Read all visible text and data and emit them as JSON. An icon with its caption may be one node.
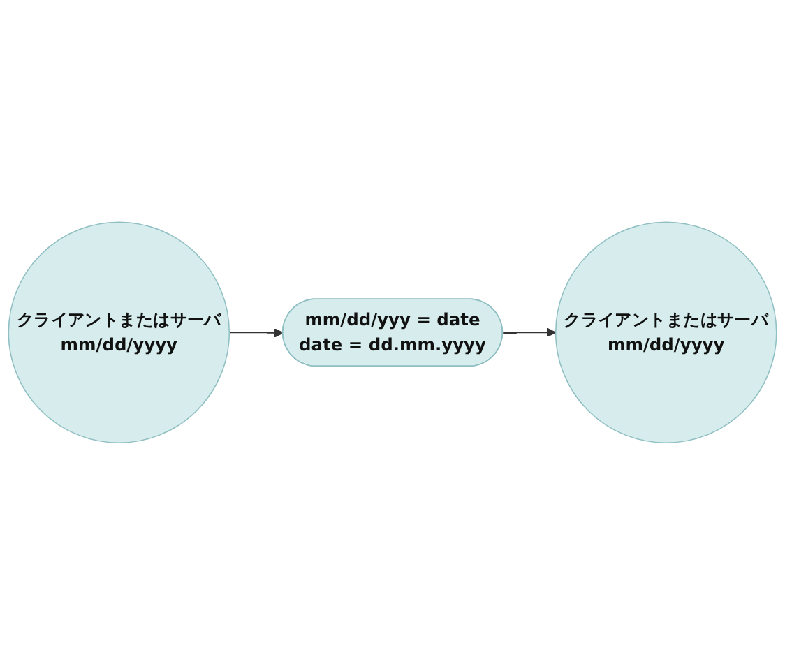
{
  "diagram": {
    "nodes": [
      {
        "text": [
          "クライアントまたはサーバ",
          "mm/dd/yyyy"
        ]
      },
      {
        "text": [
          "mm/dd/yyy = date",
          "date = dd.mm.yyyy"
        ]
      },
      {
        "text": [
          "クライアントまたはサーバ",
          "mm/dd/yyyy"
        ]
      }
    ],
    "edges": [
      {
        "from": 0,
        "to": 1,
        "arrow": "to"
      },
      {
        "from": 1,
        "to": 2,
        "arrow": "to"
      }
    ]
  }
}
